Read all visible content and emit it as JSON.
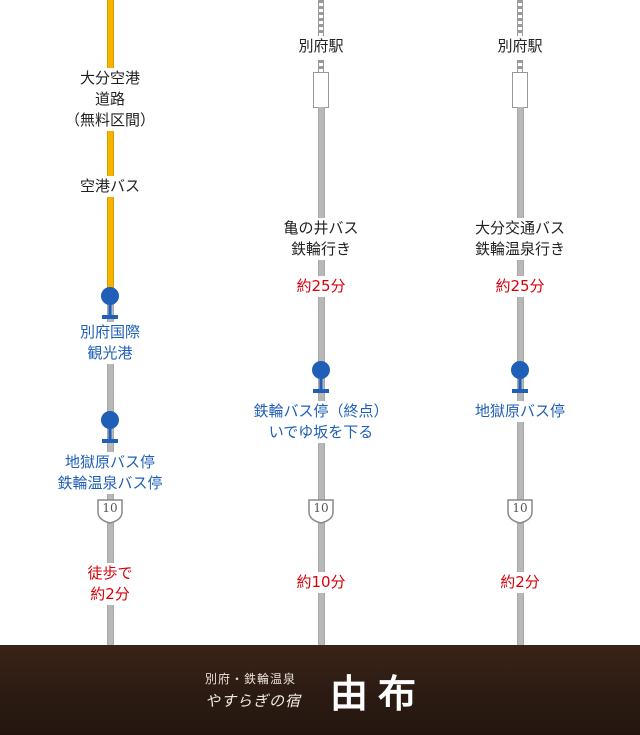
{
  "routes": [
    {
      "start": "",
      "segment1": "大分空港\n道路\n（無料区間）",
      "segment2": "空港バス",
      "time1": "",
      "stop1": "別府国際\n観光港",
      "stop2": "地獄原バス停\n鉄輪温泉バス停",
      "route_number": "10",
      "walk": "徒歩で\n約2分"
    },
    {
      "start": "別府駅",
      "segment1": "亀の井バス\n鉄輪行き",
      "time1": "約25分",
      "stop1": "鉄輪バス停（終点）\nいでゆ坂を下る",
      "route_number": "10",
      "walk": "約10分"
    },
    {
      "start": "別府駅",
      "segment1": "大分交通バス\n鉄輪温泉行き",
      "time1": "約25分",
      "stop1": "地獄原バス停",
      "route_number": "10",
      "walk": "約2分"
    }
  ],
  "colors": {
    "expressway": "#f5b400",
    "rail": "#b8b8b8",
    "bus_stop": "#1f5fb8",
    "time": "#d8000b",
    "footer": "#2a1a12"
  },
  "footer": {
    "subtitle": "別府・鉄輪温泉",
    "tagline": "やすらぎの宿",
    "name": "由布"
  }
}
